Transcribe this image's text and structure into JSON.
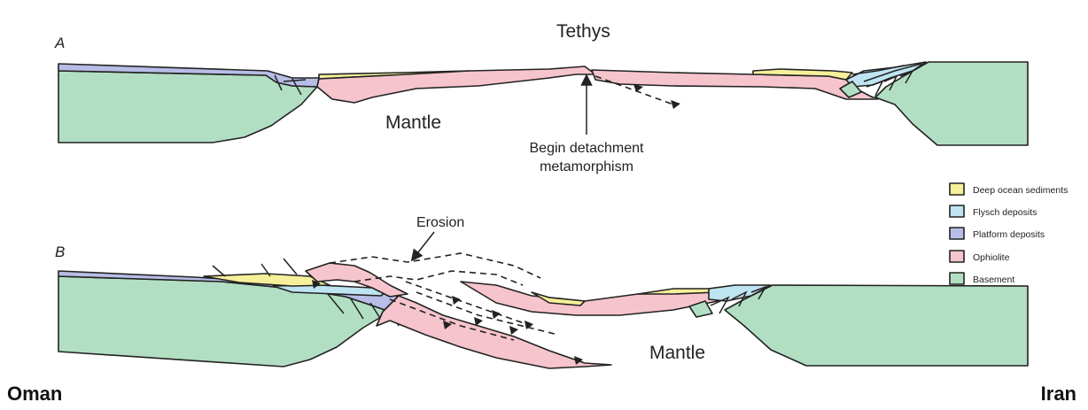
{
  "panels": {
    "a": {
      "label": "A",
      "ocean": "Tethys",
      "mantle": "Mantle",
      "annotation_line1": "Begin detachment",
      "annotation_line2": "metamorphism"
    },
    "b": {
      "label": "B",
      "erosion": "Erosion",
      "mantle": "Mantle"
    }
  },
  "places": {
    "left": "Oman",
    "right": "Iran"
  },
  "legend": [
    {
      "label": "Deep ocean sediments",
      "color": "#f6f09a"
    },
    {
      "label": "Flysch deposits",
      "color": "#bfe4f1"
    },
    {
      "label": "Platform deposits",
      "color": "#b7bde6"
    },
    {
      "label": "Ophiolite",
      "color": "#f6c4cc"
    },
    {
      "label": "Basement",
      "color": "#b2dfc3"
    }
  ]
}
